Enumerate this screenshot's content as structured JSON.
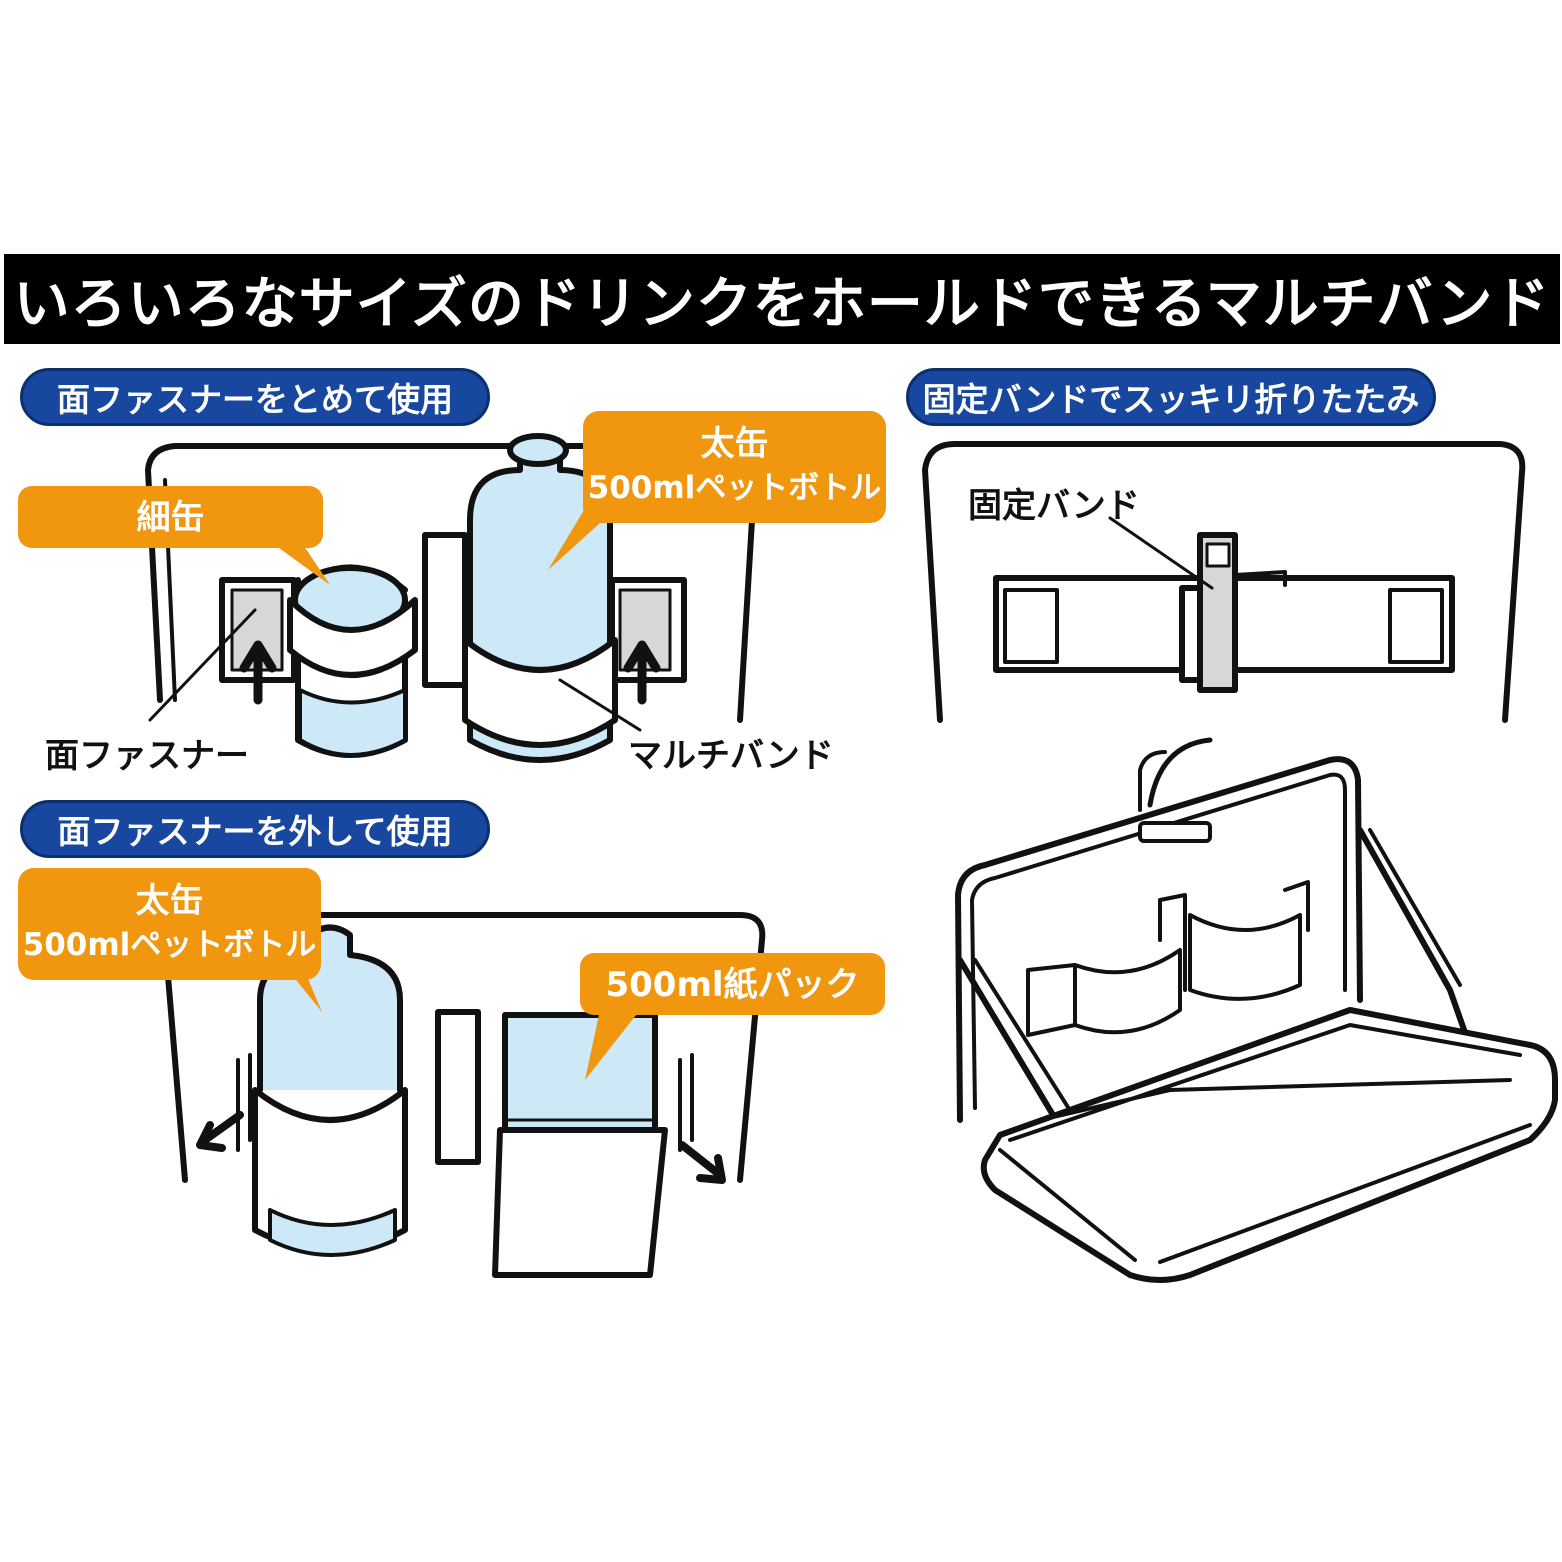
{
  "banner": {
    "title": "いろいろなサイズのドリンクをホールドできるマルチバンド"
  },
  "sections": {
    "top_left": "面ファスナーをとめて使用",
    "bottom_left": "面ファスナーを外して使用",
    "right": "固定バンドでスッキリ折りたたみ"
  },
  "callouts": {
    "slim_can": "細缶",
    "thick_can_top_line1": "太缶",
    "thick_can_top_line2": "500mlペットボトル",
    "thick_can_bottom_line1": "太缶",
    "thick_can_bottom_line2": "500mlペットボトル",
    "paper_pack": "500ml紙パック"
  },
  "labels": {
    "velcro": "面ファスナー",
    "multi_band": "マルチバンド",
    "fixing_band": "固定バンド"
  },
  "colors": {
    "banner_bg": "#000000",
    "pill_bg": "#17479e",
    "callout_orange": "#f0960f",
    "drink_blue": "#cde8f7",
    "velcro_gray": "#d7d7d7"
  }
}
